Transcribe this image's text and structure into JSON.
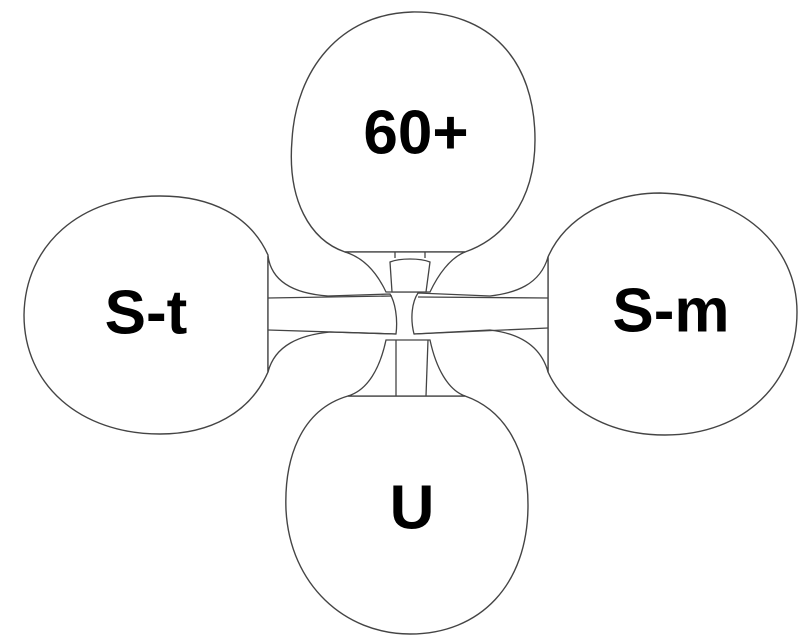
{
  "diagram": {
    "lobes": {
      "top": {
        "label": "60+"
      },
      "left": {
        "label": "S-t"
      },
      "right": {
        "label": "S-m"
      },
      "bottom": {
        "label": "U"
      }
    }
  }
}
